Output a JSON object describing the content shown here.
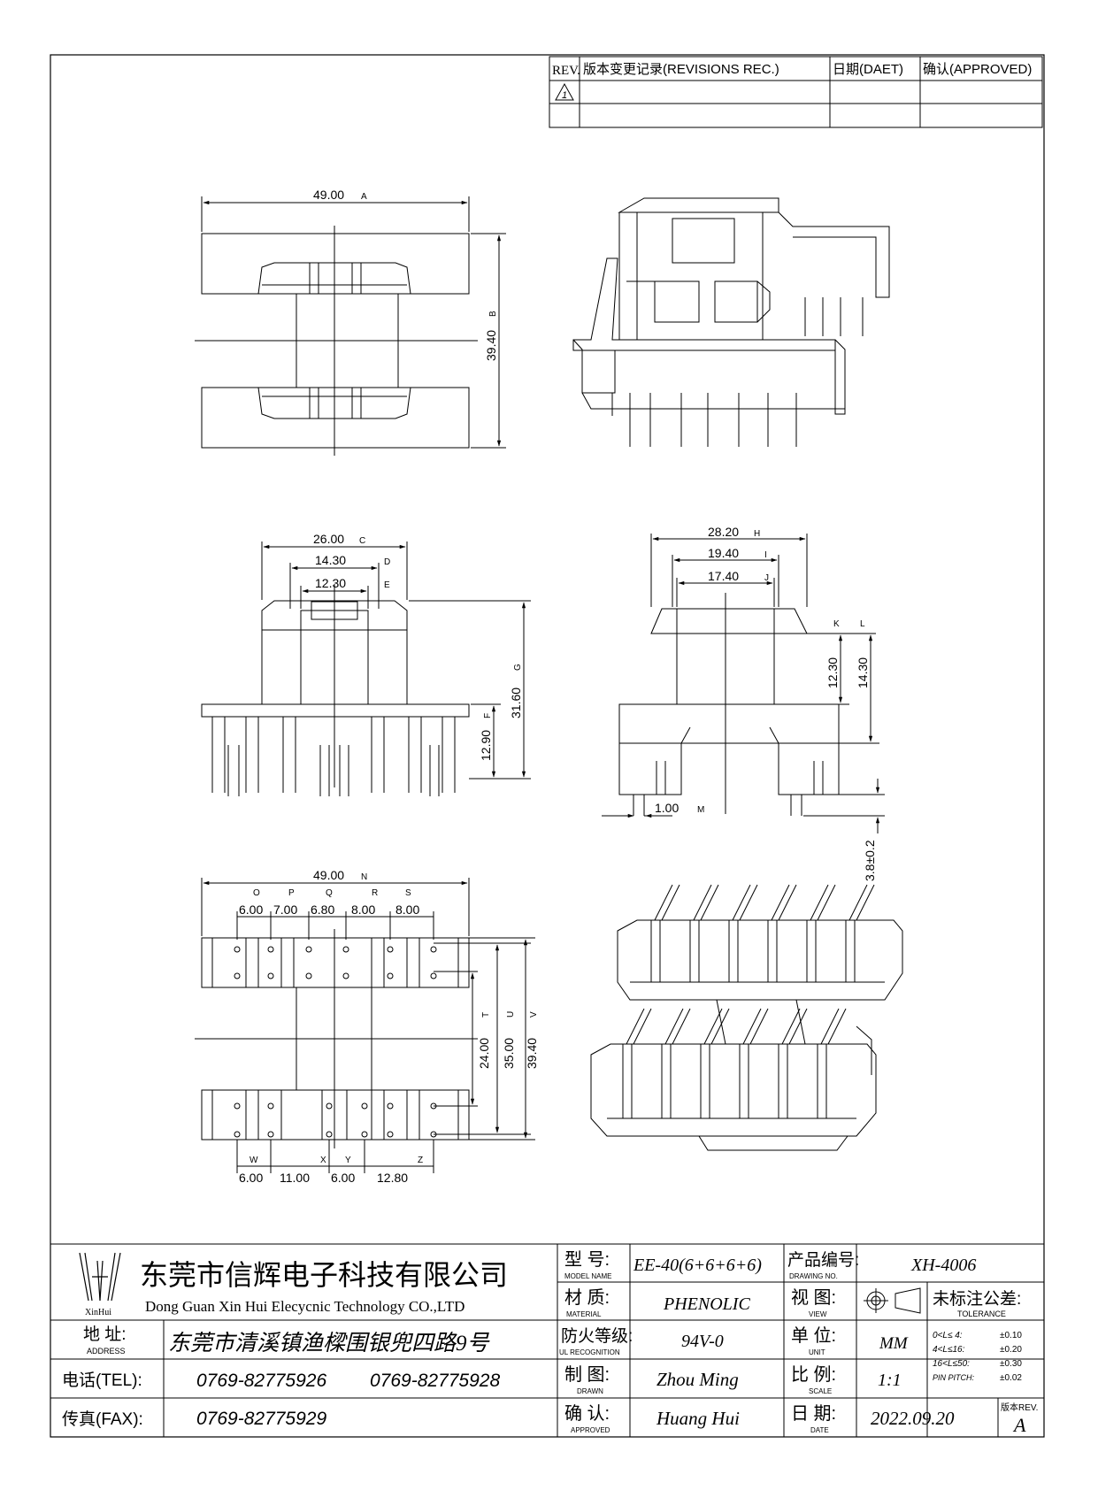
{
  "revision_block": {
    "headers": [
      "REV.",
      "版本变更记录(REVISIONS REC.)",
      "日期(DAET)",
      "确认(APPROVED)"
    ],
    "rows": [
      [
        "1",
        "",
        "",
        ""
      ],
      [
        "",
        "",
        "",
        ""
      ]
    ]
  },
  "dimensions": {
    "top_view": {
      "width": "49.00",
      "width_tag": "A",
      "height": "39.40",
      "height_tag": "B"
    },
    "front_view": {
      "overall": "26.00",
      "overall_tag": "C",
      "inner1": "14.30",
      "inner1_tag": "D",
      "inner2": "12.30",
      "inner2_tag": "E",
      "flange": "12.90",
      "flange_tag": "F",
      "height": "31.60",
      "height_tag": "G"
    },
    "side_view": {
      "overall": "28.20",
      "overall_tag": "H",
      "inner1": "19.40",
      "inner1_tag": "I",
      "inner2": "17.40",
      "inner2_tag": "J",
      "k_tag": "K",
      "l_tag": "L",
      "v1": "12.30",
      "v2": "14.30",
      "pin": "1.00",
      "pin_tag": "M",
      "pin_len": "3.8±0.2"
    },
    "bottom_view": {
      "width": "49.00",
      "width_tag": "N",
      "top_pitches": [
        "6.00",
        "7.00",
        "6.80",
        "8.00",
        "8.00"
      ],
      "top_tags": [
        "O",
        "P",
        "Q",
        "R",
        "S"
      ],
      "vertical": [
        "24.00",
        "35.00",
        "39.40"
      ],
      "vertical_tags": [
        "T",
        "U",
        "V"
      ],
      "bottom_pitches": [
        "6.00",
        "11.00",
        "6.00",
        "12.80"
      ],
      "bottom_tags": [
        "W",
        "X",
        "Y",
        "Z"
      ]
    }
  },
  "title_block": {
    "company_cn": "东莞市信辉电子科技有限公司",
    "company_en": "Dong Guan Xin Hui Elecycnic Technology CO.,LTD",
    "logo_text": "XinHui",
    "address_label_cn": "地  址:",
    "address_label_en": "ADDRESS",
    "address_value": "东莞市清溪镇渔樑围银兜四路9号",
    "tel_label": "电话(TEL):",
    "tel1": "0769-82775926",
    "tel2": "0769-82775928",
    "fax_label": "传真(FAX):",
    "fax": "0769-82775929",
    "model_label_cn": "型  号:",
    "model_label_en": "MODEL NAME",
    "model_value": "EE-40(6+6+6+6)",
    "material_label_cn": "材  质:",
    "material_label_en": "MATERIAL",
    "material_value": "PHENOLIC",
    "flame_label_cn": "防火等级:",
    "flame_label_en": "UL RECOGNITION",
    "flame_value": "94V-0",
    "drawn_label_cn": "制  图:",
    "drawn_label_en": "DRAWN",
    "drawn_value": "Zhou Ming",
    "approved_label_cn": "确  认:",
    "approved_label_en": "APPROVED",
    "approved_value": "Huang Hui",
    "drawing_no_label_cn": "产品编号:",
    "drawing_no_label_en": "DRAWING NO.",
    "drawing_no_value": "XH-4006",
    "view_label_cn": "视  图:",
    "view_label_en": "VIEW",
    "unit_label_cn": "单  位:",
    "unit_label_en": "UNIT",
    "unit_value": "MM",
    "scale_label_cn": "比  例:",
    "scale_label_en": "SCALE",
    "scale_value": "1:1",
    "date_label_cn": "日  期:",
    "date_label_en": "DATE",
    "date_value": "2022.09.20",
    "tolerance_label_cn": "未标注公差:",
    "tolerance_label_en": "TOLERANCE",
    "tolerances": [
      {
        "range": "0<L≤ 4:",
        "value": "±0.10"
      },
      {
        "range": "4<L≤16:",
        "value": "±0.20"
      },
      {
        "range": "16<L≤50:",
        "value": "±0.30"
      },
      {
        "range": "PIN PITCH:",
        "value": "±0.02"
      }
    ],
    "rev_label": "版本REV.",
    "rev_value": "A"
  }
}
